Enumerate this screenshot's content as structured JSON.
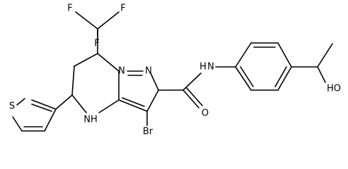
{
  "molecule": {
    "atoms": {
      "f1": "F",
      "f2": "F",
      "f3": "F",
      "n_ring": "N",
      "n_pz": "N",
      "nh_ring": "NH",
      "nh_amide": "H",
      "nh_amide_n": "N",
      "s": "S",
      "o": "O",
      "br": "Br",
      "oh": "HO"
    },
    "colors": {
      "bond": "#000000",
      "label": "#000000",
      "background": "#ffffff"
    }
  }
}
